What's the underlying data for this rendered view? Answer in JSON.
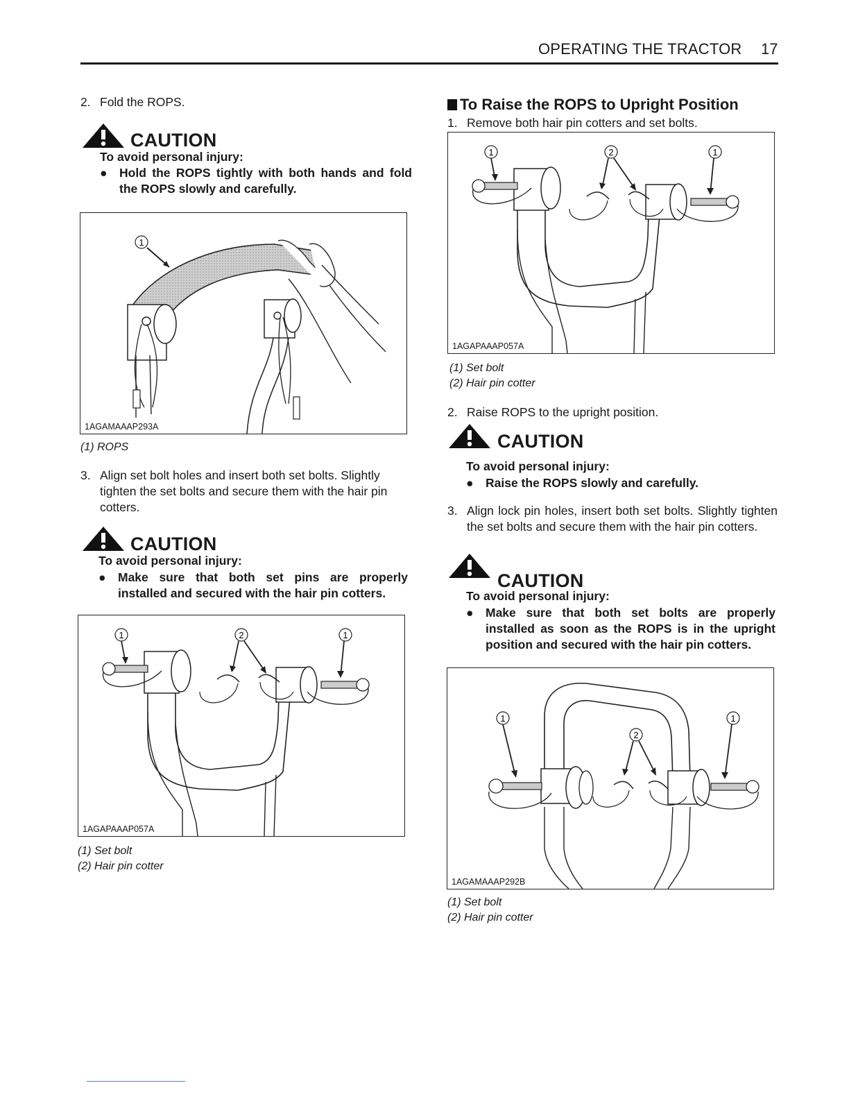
{
  "header": {
    "title": "OPERATING THE TRACTOR",
    "page_number": "17"
  },
  "left": {
    "step2": {
      "num": "2.",
      "text": "Fold the ROPS."
    },
    "caution1": {
      "title": "CAUTION",
      "sub": "To avoid personal injury:",
      "bullet": "Hold the ROPS tightly with both hands and fold the ROPS slowly and carefully."
    },
    "figure1": {
      "code": "1AGAMAAAP293A",
      "callout1": "1",
      "legend": [
        "(1) ROPS"
      ]
    },
    "step3": {
      "num": "3.",
      "text": "Align set bolt holes and insert both set bolts. Slightly tighten the set bolts and secure them with the hair pin cotters."
    },
    "caution2": {
      "title": "CAUTION",
      "sub": "To avoid personal injury:",
      "bullet": "Make sure that both set pins are properly installed and secured with the hair pin cotters."
    },
    "figure2": {
      "code": "1AGAPAAAP057A",
      "callout1": "1",
      "callout2": "2",
      "legend": [
        "(1) Set bolt",
        "(2) Hair pin cotter"
      ]
    }
  },
  "right": {
    "section_title": "To Raise the ROPS to Upright Position",
    "step1": {
      "num": "1.",
      "text": "Remove both hair pin cotters and set bolts."
    },
    "figure3": {
      "code": "1AGAPAAAP057A",
      "callout1": "1",
      "callout2": "2",
      "legend": [
        "(1) Set bolt",
        "(2) Hair pin cotter"
      ]
    },
    "step2": {
      "num": "2.",
      "text": "Raise ROPS to the upright position."
    },
    "caution3": {
      "title": "CAUTION",
      "sub": "To avoid personal injury:",
      "bullet": "Raise the ROPS slowly and carefully."
    },
    "step3": {
      "num": "3.",
      "text": "Align lock pin holes, insert both set bolts. Slightly tighten the set bolts and secure them with the hair pin cotters."
    },
    "caution4": {
      "title": "CAUTION",
      "sub": "To avoid personal injury:",
      "bullet": "Make sure that both set bolts are properly installed as soon as the ROPS is in the upright position and secured with the hair pin cotters."
    },
    "figure4": {
      "code": "1AGAMAAAP292B",
      "callout1": "1",
      "callout2": "2",
      "legend": [
        "(1) Set bolt",
        "(2) Hair pin cotter"
      ]
    }
  },
  "icons": {
    "warning": "warning-triangle-icon",
    "bullet": "bullet-dot-icon",
    "section_marker": "black-square-icon"
  }
}
